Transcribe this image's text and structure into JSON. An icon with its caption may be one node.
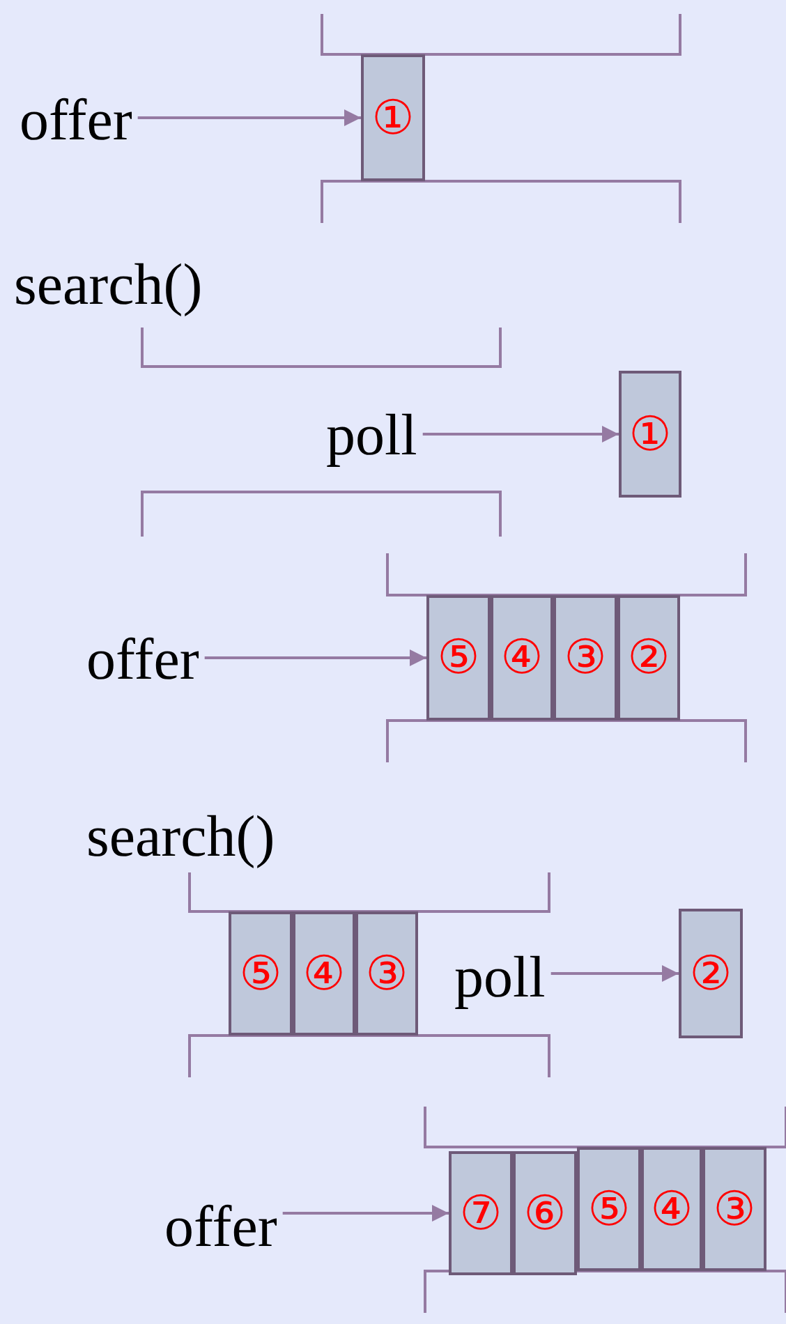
{
  "diagram": {
    "nodes": [
      {
        "text": [
          "offer"
        ]
      },
      {
        "text": [
          "①"
        ]
      },
      {
        "text": [
          "poll"
        ]
      },
      {
        "text": [
          "①"
        ]
      },
      {
        "text": [
          "offer"
        ]
      },
      {
        "text": [
          "⑤"
        ]
      },
      {
        "text": [
          "④"
        ]
      },
      {
        "text": [
          "③"
        ]
      },
      {
        "text": [
          "②"
        ]
      },
      {
        "text": [
          "⑤"
        ]
      },
      {
        "text": [
          "④"
        ]
      },
      {
        "text": [
          "③"
        ]
      },
      {
        "text": [
          "poll"
        ]
      },
      {
        "text": [
          "②"
        ]
      },
      {
        "text": [
          "offer"
        ]
      },
      {
        "text": [
          "⑦"
        ]
      },
      {
        "text": [
          "⑥"
        ]
      },
      {
        "text": [
          "⑤"
        ]
      },
      {
        "text": [
          "④"
        ]
      },
      {
        "text": [
          "③"
        ]
      }
    ],
    "edges": [
      {
        "from": 0,
        "to": 1,
        "arrow": "to"
      },
      {
        "from": 2,
        "to": 3,
        "arrow": "to"
      },
      {
        "from": 4,
        "to": 5,
        "arrow": "to"
      },
      {
        "from": 12,
        "to": 13,
        "arrow": "to"
      },
      {
        "from": 14,
        "to": 15,
        "arrow": "to"
      }
    ],
    "labels": [
      "search()",
      "search()"
    ]
  }
}
